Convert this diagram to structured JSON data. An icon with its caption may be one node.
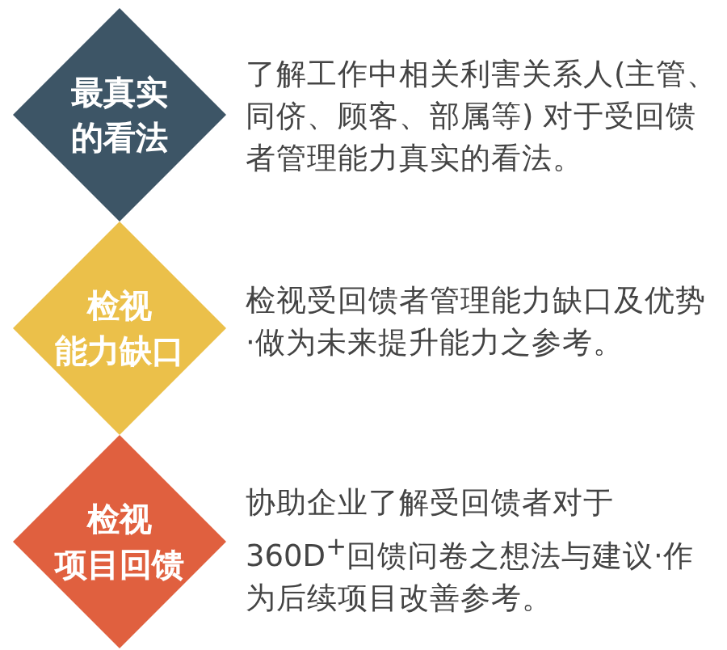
{
  "diagram": {
    "nodes": [
      {
        "text": [
          "最真实的看法"
        ],
        "beside": [
          "了解工作中相关利害关系人(主管、同侪、顾客、部属等) 对于受回馈者管理能力真实的看法。"
        ]
      },
      {
        "text": [
          "检视能力缺口"
        ],
        "beside": [
          "检视受回馈者管理能力缺口及优势·做为未来提升能力之参考。"
        ]
      },
      {
        "text": [
          "检视项目回馈"
        ],
        "beside": [
          "协助企业了解受回馈者对于360D$^{+}$回馈问卷之想法与建议·作为后续项目改善参考。"
        ]
      }
    ]
  }
}
